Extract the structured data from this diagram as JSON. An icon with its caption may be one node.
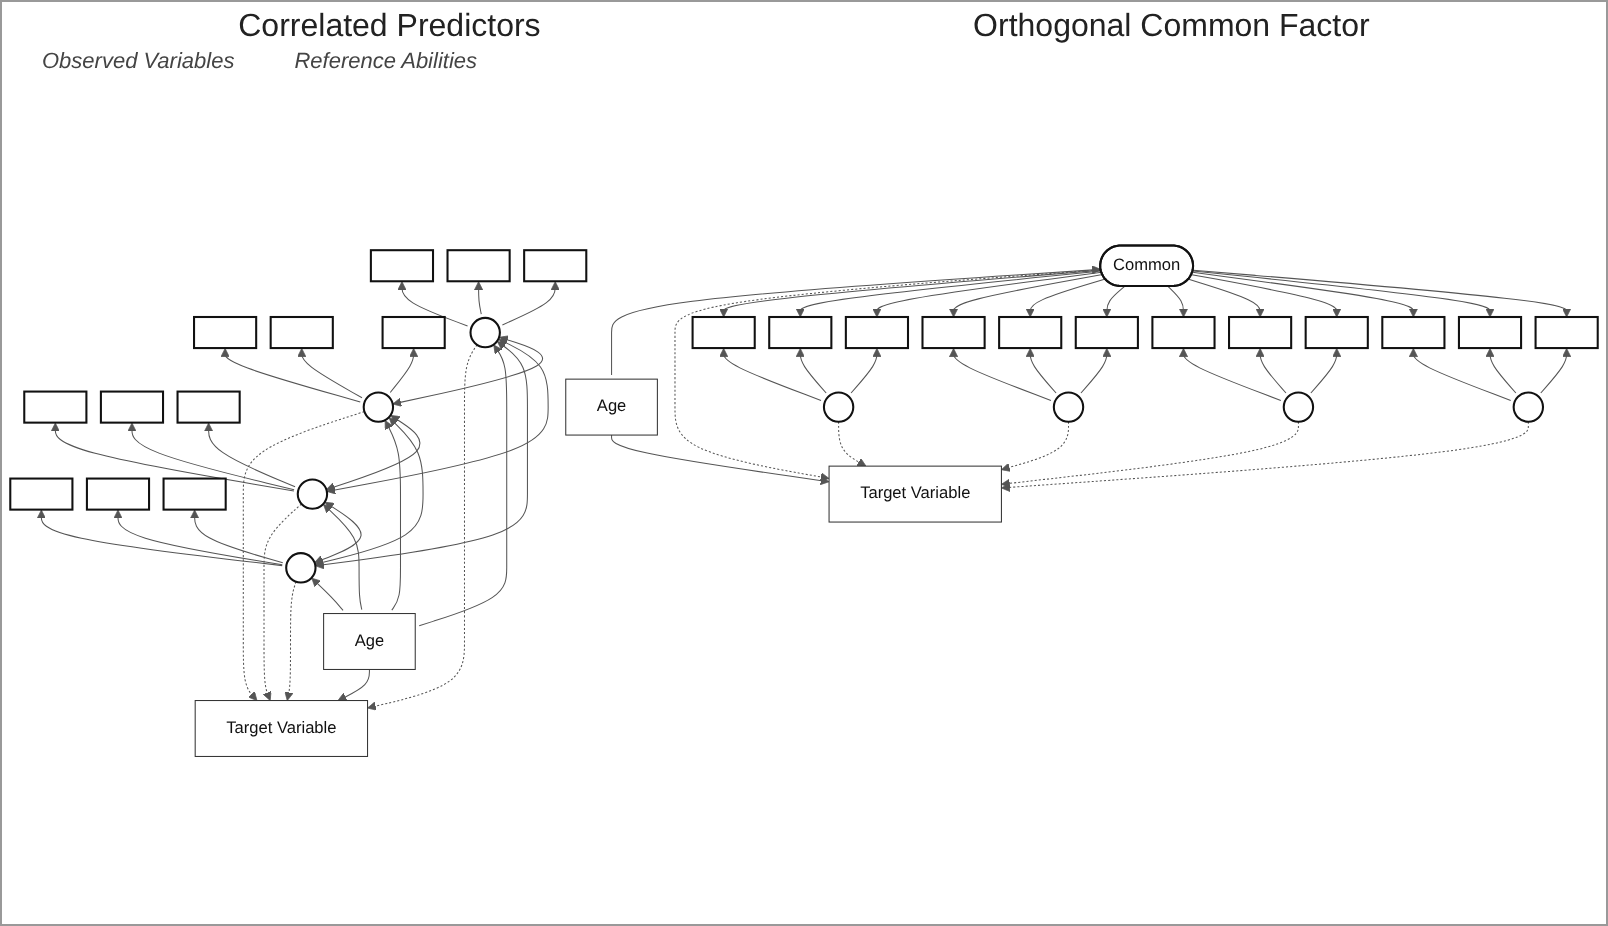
{
  "diagram": {
    "nodes": [
      {
        "text": [],
        "shape": "box"
      },
      {
        "text": [],
        "shape": "box"
      },
      {
        "text": [],
        "shape": "box"
      },
      {
        "text": [],
        "shape": "box"
      },
      {
        "text": [],
        "shape": "box"
      },
      {
        "text": [],
        "shape": "box"
      },
      {
        "text": [],
        "shape": "box"
      },
      {
        "text": [],
        "shape": "box"
      },
      {
        "text": [],
        "shape": "box"
      },
      {
        "text": [],
        "shape": "box"
      },
      {
        "text": [],
        "shape": "box"
      },
      {
        "text": [],
        "shape": "box"
      },
      {
        "text": [],
        "shape": "circle"
      },
      {
        "text": [],
        "shape": "circle"
      },
      {
        "text": [],
        "shape": "circle"
      },
      {
        "text": [],
        "shape": "circle"
      },
      {
        "text": [
          "Age"
        ]
      },
      {
        "text": [
          "Target Variable"
        ]
      },
      {
        "text": [
          "Common"
        ]
      },
      {
        "text": [],
        "shape": "box"
      },
      {
        "text": [],
        "shape": "box"
      },
      {
        "text": [],
        "shape": "box"
      },
      {
        "text": [],
        "shape": "box"
      },
      {
        "text": [],
        "shape": "box"
      },
      {
        "text": [],
        "shape": "box"
      },
      {
        "text": [],
        "shape": "box"
      },
      {
        "text": [],
        "shape": "box"
      },
      {
        "text": [],
        "shape": "box"
      },
      {
        "text": [],
        "shape": "box"
      },
      {
        "text": [],
        "shape": "box"
      },
      {
        "text": [],
        "shape": "box"
      },
      {
        "text": [],
        "shape": "circle"
      },
      {
        "text": [],
        "shape": "circle"
      },
      {
        "text": [],
        "shape": "circle"
      },
      {
        "text": [],
        "shape": "circle"
      },
      {
        "text": [
          "Age"
        ]
      },
      {
        "text": [
          "Target Variable"
        ]
      }
    ],
    "edges": [
      {
        "from": 12,
        "to": 0,
        "arrow": "to"
      },
      {
        "from": 12,
        "to": 1,
        "arrow": "to"
      },
      {
        "from": 12,
        "to": 2,
        "arrow": "to"
      },
      {
        "from": 13,
        "to": 3,
        "arrow": "to"
      },
      {
        "from": 13,
        "to": 4,
        "arrow": "to"
      },
      {
        "from": 13,
        "to": 5,
        "arrow": "to"
      },
      {
        "from": 14,
        "to": 6,
        "arrow": "to"
      },
      {
        "from": 14,
        "to": 7,
        "arrow": "to"
      },
      {
        "from": 14,
        "to": 8,
        "arrow": "to"
      },
      {
        "from": 15,
        "to": 9,
        "arrow": "to"
      },
      {
        "from": 15,
        "to": 10,
        "arrow": "to"
      },
      {
        "from": 15,
        "to": 11,
        "arrow": "to"
      },
      {
        "from": 12,
        "to": 13,
        "arrow": "both"
      },
      {
        "from": 12,
        "to": 14,
        "arrow": "both"
      },
      {
        "from": 12,
        "to": 15,
        "arrow": "both"
      },
      {
        "from": 13,
        "to": 14,
        "arrow": "both"
      },
      {
        "from": 13,
        "to": 15,
        "arrow": "both"
      },
      {
        "from": 14,
        "to": 15,
        "arrow": "both"
      },
      {
        "from": 16,
        "to": 12,
        "arrow": "to"
      },
      {
        "from": 16,
        "to": 13,
        "arrow": "to"
      },
      {
        "from": 16,
        "to": 14,
        "arrow": "to"
      },
      {
        "from": 16,
        "to": 15,
        "arrow": "to"
      },
      {
        "from": 16,
        "to": 17,
        "arrow": "to"
      },
      {
        "from": 12,
        "to": 17,
        "arrow": "to",
        "style": "dashed"
      },
      {
        "from": 13,
        "to": 17,
        "arrow": "to",
        "style": "dashed"
      },
      {
        "from": 14,
        "to": 17,
        "arrow": "to",
        "style": "dashed"
      },
      {
        "from": 15,
        "to": 17,
        "arrow": "to",
        "style": "dashed"
      },
      {
        "from": 18,
        "to": 19,
        "arrow": "to"
      },
      {
        "from": 18,
        "to": 20,
        "arrow": "to"
      },
      {
        "from": 18,
        "to": 21,
        "arrow": "to"
      },
      {
        "from": 18,
        "to": 22,
        "arrow": "to"
      },
      {
        "from": 18,
        "to": 23,
        "arrow": "to"
      },
      {
        "from": 18,
        "to": 24,
        "arrow": "to"
      },
      {
        "from": 18,
        "to": 25,
        "arrow": "to"
      },
      {
        "from": 18,
        "to": 26,
        "arrow": "to"
      },
      {
        "from": 18,
        "to": 27,
        "arrow": "to"
      },
      {
        "from": 18,
        "to": 28,
        "arrow": "to"
      },
      {
        "from": 18,
        "to": 29,
        "arrow": "to"
      },
      {
        "from": 18,
        "to": 30,
        "arrow": "to"
      },
      {
        "from": 31,
        "to": 19,
        "arrow": "to"
      },
      {
        "from": 31,
        "to": 20,
        "arrow": "to"
      },
      {
        "from": 31,
        "to": 21,
        "arrow": "to"
      },
      {
        "from": 32,
        "to": 22,
        "arrow": "to"
      },
      {
        "from": 32,
        "to": 23,
        "arrow": "to"
      },
      {
        "from": 32,
        "to": 24,
        "arrow": "to"
      },
      {
        "from": 33,
        "to": 25,
        "arrow": "to"
      },
      {
        "from": 33,
        "to": 26,
        "arrow": "to"
      },
      {
        "from": 33,
        "to": 27,
        "arrow": "to"
      },
      {
        "from": 34,
        "to": 28,
        "arrow": "to"
      },
      {
        "from": 34,
        "to": 29,
        "arrow": "to"
      },
      {
        "from": 34,
        "to": 30,
        "arrow": "to"
      },
      {
        "from": 31,
        "to": 36,
        "arrow": "to",
        "style": "dashed"
      },
      {
        "from": 32,
        "to": 36,
        "arrow": "to",
        "style": "dashed"
      },
      {
        "from": 18,
        "to": 36,
        "arrow": "to",
        "style": "dashed"
      },
      {
        "from": 33,
        "to": 36,
        "arrow": "to",
        "style": "dashed"
      },
      {
        "from": 34,
        "to": 36,
        "arrow": "to",
        "style": "dashed"
      },
      {
        "from": 35,
        "to": 36,
        "arrow": "to"
      },
      {
        "from": 35,
        "to": 18,
        "arrow": "to"
      }
    ],
    "labels": [
      "Correlated Predictors",
      "Orthogonal Common Factor",
      "Observed Variables",
      "Reference Abilities"
    ]
  }
}
